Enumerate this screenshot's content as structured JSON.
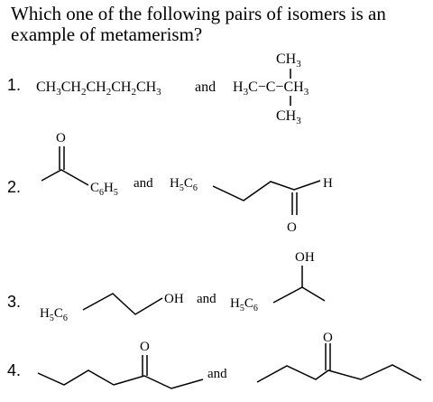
{
  "question": "Which one of the following pairs of isomers is an example of metamerism?",
  "options": [
    {
      "number": "1.",
      "left": [
        "CH",
        "3",
        "CH",
        "2",
        "CH",
        "2",
        "CH",
        "2",
        "CH",
        "3"
      ],
      "joiner": "and",
      "right": {
        "top": [
          "CH",
          "3"
        ],
        "left": [
          "H",
          "3",
          "C−C−CH",
          "3"
        ],
        "bottom": [
          "CH",
          "3"
        ]
      }
    },
    {
      "number": "2.",
      "atom_o": "O",
      "sub_a": [
        "C",
        "6",
        "H",
        "5"
      ],
      "joiner": "and",
      "sub_b": [
        "H",
        "5",
        "C",
        "6"
      ],
      "atom_h": "H",
      "atom_o2": "O"
    },
    {
      "number": "3.",
      "sub_a": [
        "H",
        "5",
        "C",
        "6"
      ],
      "group_oh": "OH",
      "joiner": "and",
      "sub_b": [
        "H",
        "5",
        "C",
        "6"
      ],
      "group_oh2": "OH"
    },
    {
      "number": "4.",
      "atom_o": "O",
      "joiner": "and",
      "atom_o2": "O"
    }
  ]
}
